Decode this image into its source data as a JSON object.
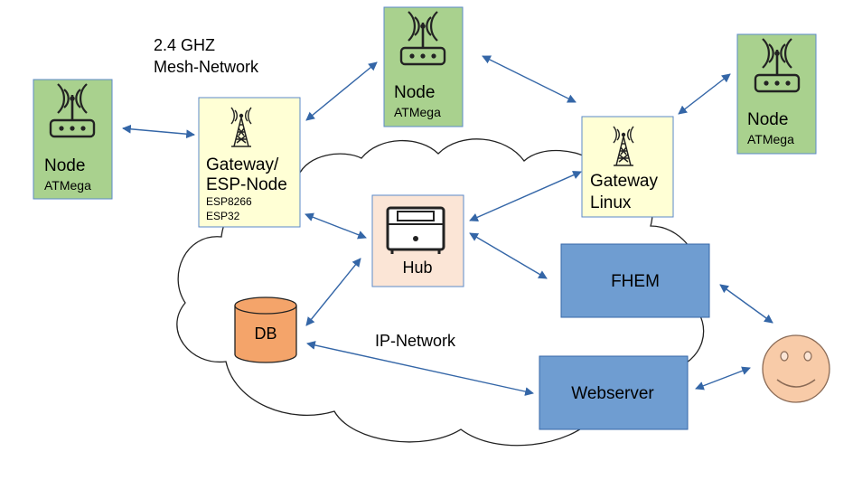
{
  "mesh_label": {
    "line1": "2.4 GHZ",
    "line2": "Mesh-Network"
  },
  "ip_label": "IP-Network",
  "nodes": [
    {
      "title": "Node",
      "chip": "ATMega"
    },
    {
      "title": "Node",
      "chip": "ATMega"
    },
    {
      "title": "Node",
      "chip": "ATMega"
    }
  ],
  "gateway_esp": {
    "line1": "Gateway/",
    "line2": "ESP-Node",
    "chip1": "ESP8266",
    "chip2": "ESP32"
  },
  "gateway_linux": {
    "line1": "Gateway",
    "line2": "Linux"
  },
  "hub": {
    "label": "Hub"
  },
  "db": {
    "label": "DB"
  },
  "fhem": {
    "label": "FHEM"
  },
  "webserver": {
    "label": "Webserver"
  },
  "colors": {
    "node_fill": "#a9d18e",
    "gateway_fill": "#ffffd5",
    "hub_fill": "#fbe5d6",
    "db_fill": "#f4a46a",
    "server_fill": "#6f9dd1",
    "user_fill": "#f8cba8",
    "arrow": "#3466a7",
    "box_border": "#5b8ac8"
  },
  "icons": [
    "router-icon",
    "antenna-tower-icon",
    "hub-device-icon",
    "database-icon",
    "smiley-user-icon"
  ]
}
